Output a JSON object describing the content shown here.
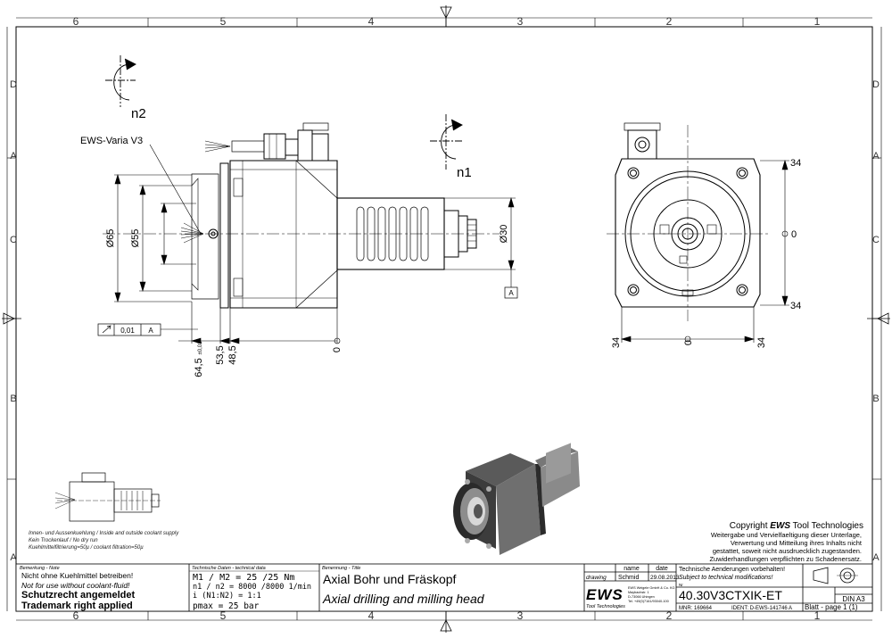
{
  "frame": {
    "columns": [
      "6",
      "5",
      "4",
      "3",
      "2",
      "1"
    ],
    "rows": [
      "D",
      "C",
      "B",
      "A"
    ]
  },
  "drawing": {
    "label_varia": "EWS-Varia V3",
    "rotation_n2": "n2",
    "rotation_n1": "n1",
    "dims": {
      "d65": "Ø65",
      "d55": "Ø55",
      "d30": "Ø30",
      "d645": "64,5",
      "d645_tol": "±0,01",
      "d535": "53,5",
      "d485": "48,5",
      "zero": "0",
      "side_34": "34",
      "datum": "A",
      "tol_value": "0,01",
      "tol_datum": "A"
    },
    "copyright_prefix": "Copyright ",
    "copyright_brand": "EWS",
    "copyright_suffix": " Tool Technologies",
    "copyright_lines": [
      "Weitergabe und Vervielfaeltigung dieser Unterlage,",
      "Verwertung und Mitteilung ihres Inhalts nicht",
      "gestattet, soweit nicht ausdruecklich zugestanden.",
      "Zuwiderhandlungen verpflichten zu Schadenersatz."
    ],
    "coolant_notes": [
      "Innen- und Aussenkuehlung / Inside and outside coolant supply",
      "Kein Trockenlauf / No dry run",
      "Kuehlmittelfiltrierung=50µ / coolant filtration=50µ"
    ]
  },
  "title_block": {
    "note_header": "Bemerkung - Note",
    "note_line1": "Nicht ohne Kuehlmittel betreiben!",
    "note_line2": "Not for use without coolant-fluid!",
    "note_line3": "Schutzrecht angemeldet",
    "note_line4": "Trademark right applied",
    "tech_header": "Technische Daten - technical data",
    "tech_line1": "M1 / M2 = 25 /25 Nm",
    "tech_line2": "n1 / n2 = 8000 /8000 1/min",
    "tech_line3": "i (N1:N2) = 1:1",
    "tech_line4": "pmax = 25 bar",
    "name_header": "Benennung - Title",
    "title_de": "Axial Bohr und Fräskopf",
    "title_en": "Axial drilling and milling head",
    "col_name": "name",
    "col_date": "date",
    "row_drawing": "drawing",
    "drawn_by": "Schmid",
    "drawn_date": "29.08.2013",
    "company_logo": "EWS",
    "company_sub": "Tool Technologies",
    "company_addr": [
      "EWS Weigele GmbH & Co. KG",
      "Maybachstr. 1",
      "D-73066 Uhingen",
      "Tel. +49(0)7161/93040-100"
    ],
    "change_line1": "Technische Aenderungen vorbehalten!",
    "change_line2": "Subject to technical modifications!",
    "nr_label": "Nr",
    "part_number": "40.30V3CTXIK-ET",
    "din": "DIN A3",
    "mnr": "MNR: 169664",
    "ident": "IDENT: D-EWS-141746 A",
    "sheet": "Blatt - page 1 (1)"
  }
}
